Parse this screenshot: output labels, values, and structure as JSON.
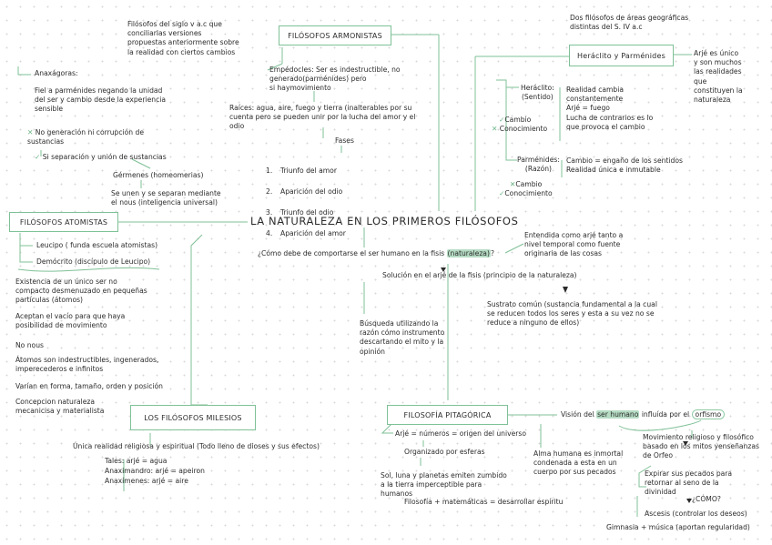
{
  "title": "LA NATURALEZA EN LOS PRIMEROS FILÓSOFOS",
  "boxes": {
    "armonistas": "FILÓSOFOS ARMONISTAS",
    "atomistas": "FILÓSOFOS ATOMISTAS",
    "milesios": "LOS FILÓSOFOS MILESIOS",
    "pitagorica": "FILOSOFÍA PITAGÓRICA",
    "heraclito_parmenides": "Heráclito y Parménides"
  },
  "armonistas": {
    "intro": "Filósofos del siglo v a.c que\nconciliarlas versiones\npropuestas anteriormente sobre\nla realidad con ciertos cambios",
    "empedocles": "Empédocles: Ser es indestructible, no\ngenerado(parménides) pero\nsi haymovimiento",
    "raices": "Raíces: agua, aire, fuego y tierra (inalterables por su\ncuenta pero se pueden unir por la lucha del amor y el\nodio",
    "fases_label": "Fases",
    "fases": [
      "Triunfo del amor",
      "Aparición del odio",
      "Triunfo del odio",
      "Aparición del amor"
    ],
    "anaxagoras": "Anaxágoras:",
    "anax_text": "Fiel a parménides negando la unidad\ndel ser y cambio desde la experiencia\nsensible",
    "no_gen": "No generación ni corrupción de\nsustancias",
    "si_sep": "Si separación y unión de sustancias",
    "germenes": "Gérmenes (homeomerias)",
    "se_unen": "Se unen y se separan mediante\nel nous (inteligencia universal)"
  },
  "atomistas": {
    "leucipo": "Leucipo ( funda escuela atomistas)",
    "democrito": "Demócrito (discípulo de Leucipo)",
    "items": [
      "Existencia de un único ser no\ncompacto desmenuzado en pequeñas\npartículas (átomos)",
      "Aceptan el vacío para que haya\nposibilidad de movimiento",
      "No nous",
      "Átomos son indestructibles, ingenerados,\nimperecederos e infinitos",
      "Varían en forma, tamaño, orden y posición",
      "Concepcion naturaleza\nmecanicisa y materialista"
    ]
  },
  "center": {
    "question_pre": "¿Cómo debe de comportarse el ser humano en la fisis ",
    "question_hl": "(naturaleza)",
    "question_post": "?",
    "arje_def": "Entendida como arjé tanto a\nnivel temporal como fuente\noriginaria de las cosas",
    "solution": "Solución en el arjé de la fisis (principio de la naturaleza)",
    "busqueda": "Búsqueda utilizando la\nrazón cómo instrumento\ndescartando el mito y la\nopinión",
    "sustrato": "Sustrato común (sustancia fundamental a la cual\nse reducen todos los seres y esta a su vez no se\nreduce a ninguno de ellos)"
  },
  "heraclito": {
    "top_note": "Dos filósofos de áreas geográficas\ndistintas del S. IV a.c",
    "right_note": "Arjé es único\ny son muchos\nlas realidades\nque\nconstituyen la\nnaturaleza",
    "heraclito_label": "Heráclito:\n(Sentido)",
    "heraclito_check": "Cambio",
    "heraclito_cross": "Conocimiento",
    "heraclito_items": "Realidad cambia\nconstantemente\nArjé = fuego\nLucha de contrarios es lo\nque provoca el cambio",
    "parmenides_label": "Parménides:\n(Razón)",
    "parmenides_cross": "Cambio",
    "parmenides_check": "Conocimiento",
    "parmenides_items": "Cambio = engaño de los sentidos\nRealidad única e inmutable"
  },
  "milesios": {
    "unica": "Única realidad religiosa y espiritual (Todo lleno de dioses y sus efectos)",
    "tales": "Tales: arjé = agua",
    "anaximandro": "Anaximandro: arjé = apeiron",
    "anaximenes": "Anaxímenes: arjé = aire"
  },
  "pitagorica": {
    "arje": "Arjé = números = origen del universo",
    "esferas": "Organizado por esferas",
    "sol": "Sol, luna y planetas emiten zumbido\na la tierra imperceptible para\nhumanos",
    "filosofia": "Filosofía + matemáticas = desarrollar espíritu",
    "alma": "Alma humana es inmortal\ncondenada a esta en un\ncuerpo por sus pecados",
    "vision_pre": "Visión del ",
    "vision_hl": "ser humano",
    "vision_mid": " influída por el ",
    "vision_oval": "orfismo",
    "movimiento": "Movimiento religioso y filosófico\nbasado en los mitos yenseñanzas\nde Orfeo",
    "expiar": "Expirar sus pecados para\nretornar al seno de la\ndivinidad",
    "como": "¿CÓMO?",
    "ascesis": "Ascesis (controlar los deseos)",
    "gimnasia": "Gimnasia + música (aportan regularidad)"
  },
  "colors": {
    "accent": "#7fc197",
    "highlight": "#b6dcc4",
    "text": "#2b2b2b"
  }
}
